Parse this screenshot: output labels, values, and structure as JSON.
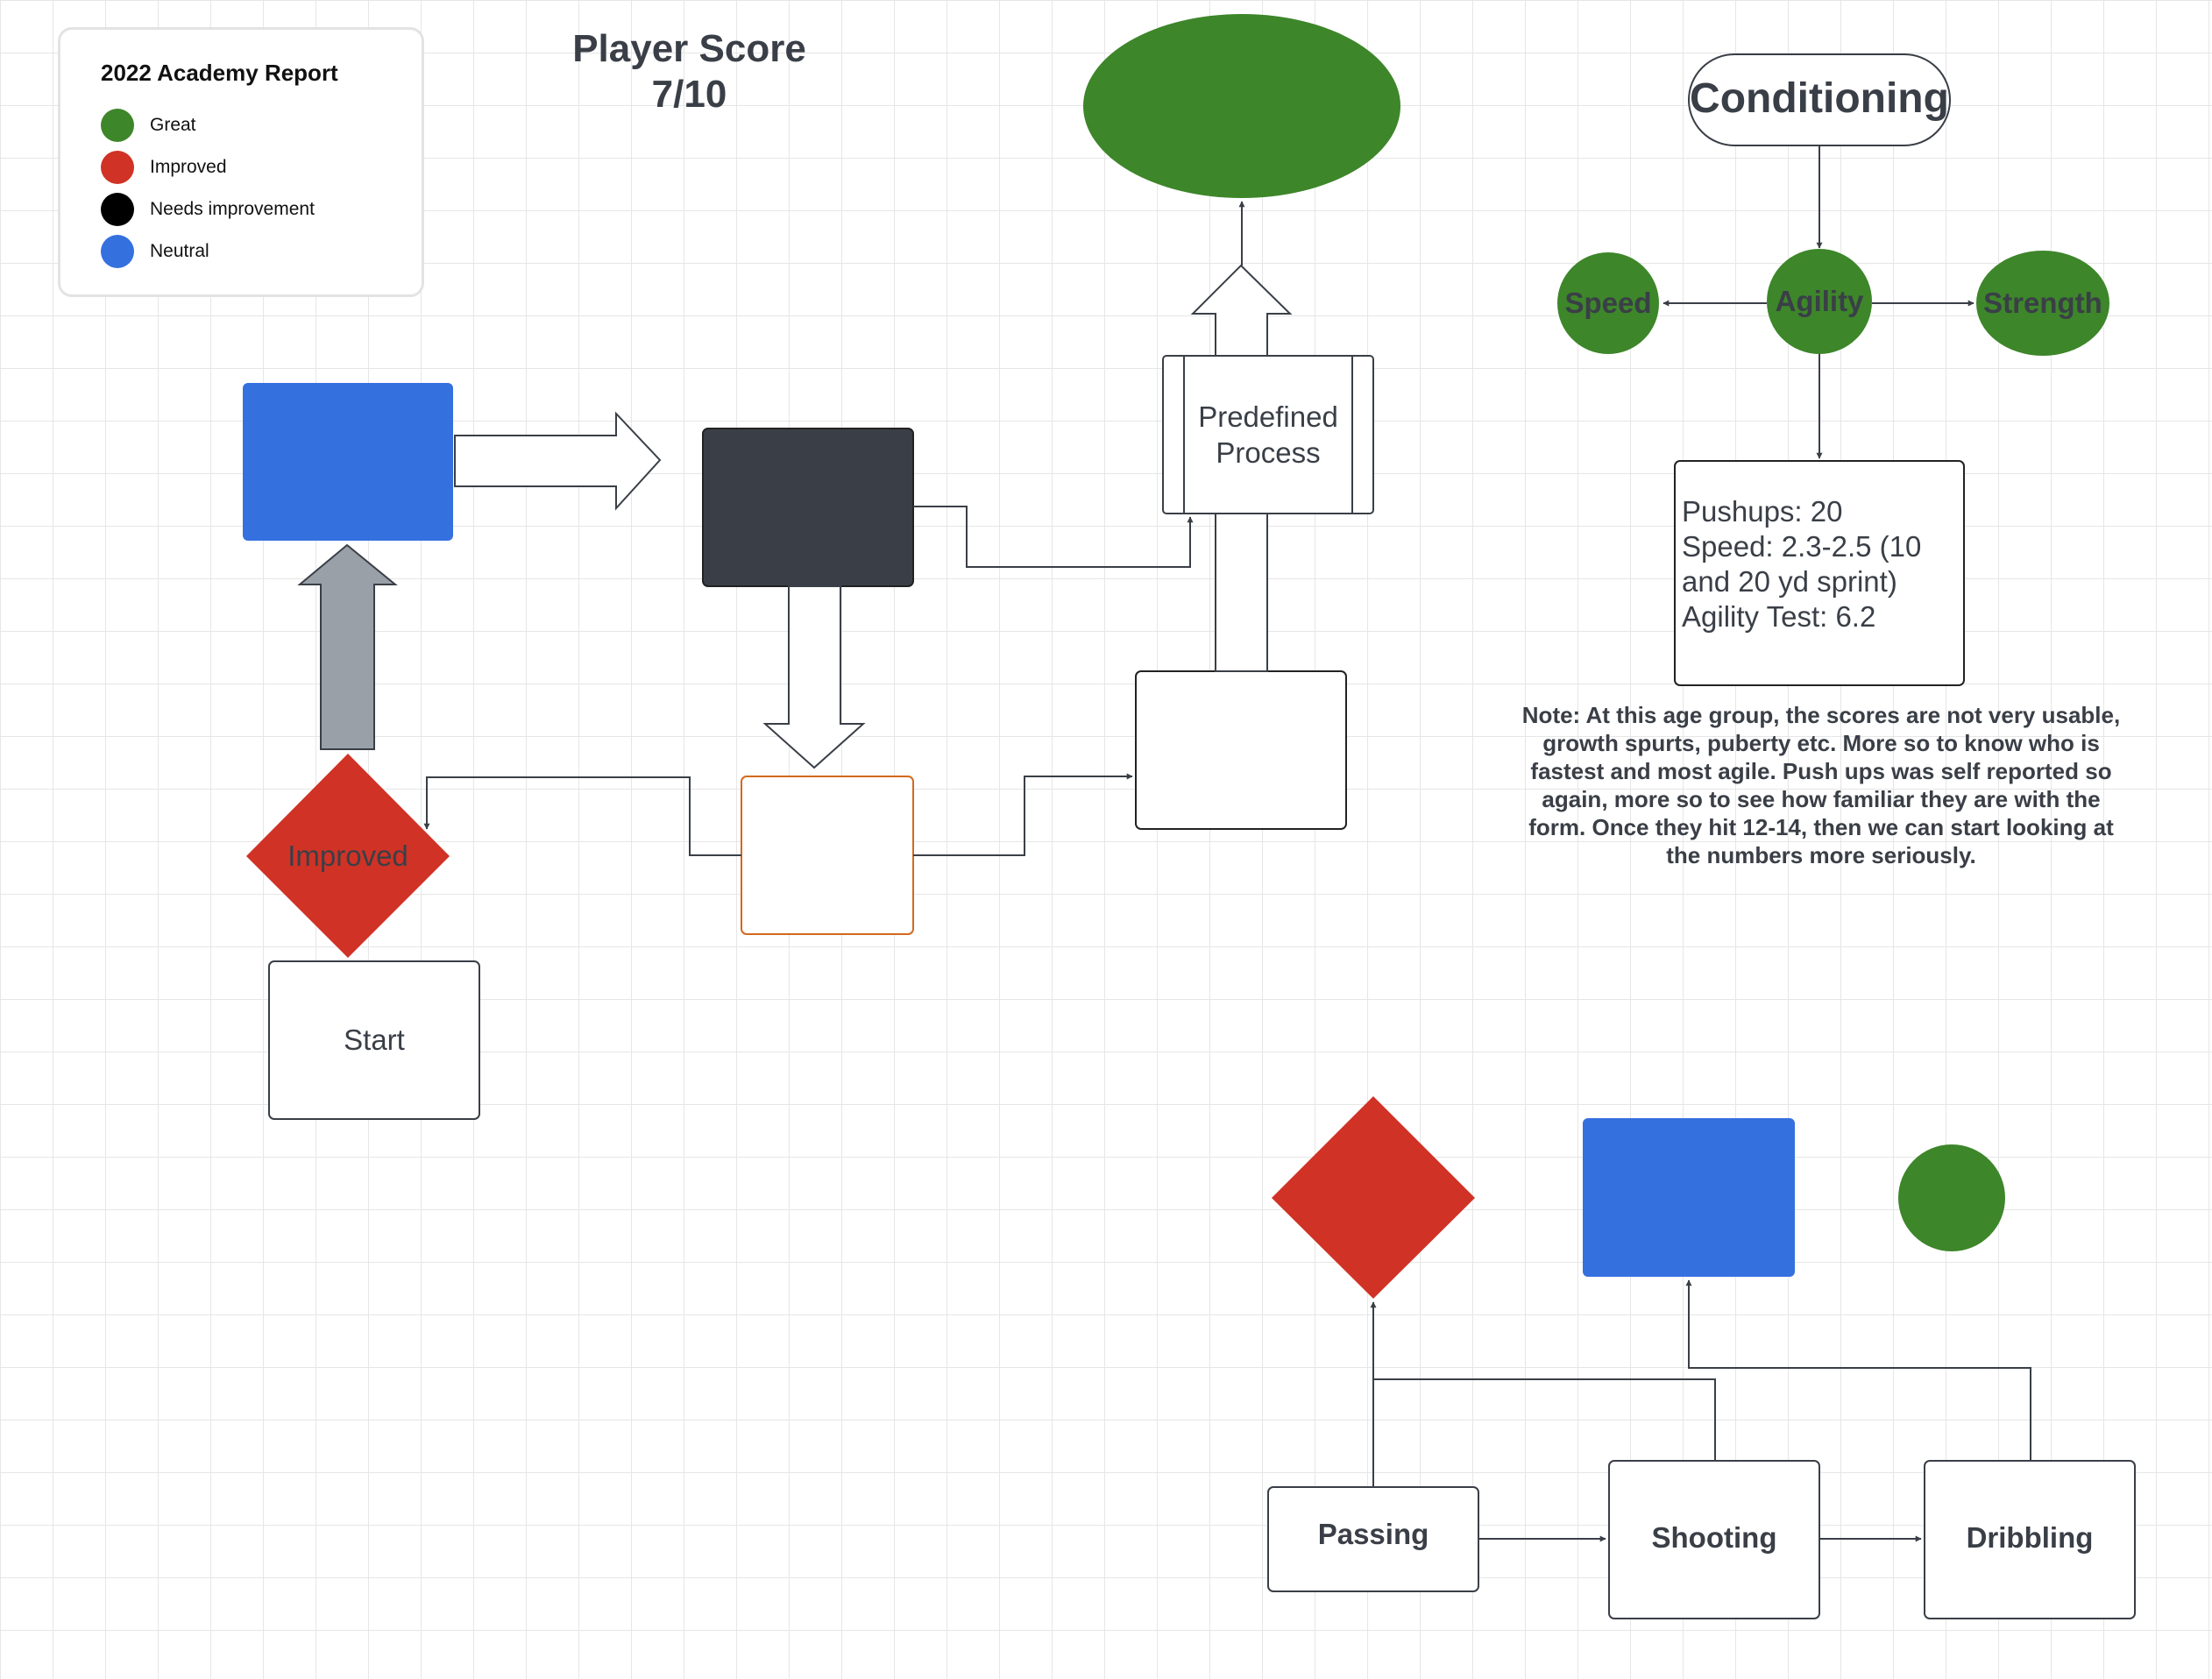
{
  "legend": {
    "title": "2022 Academy Report",
    "items": [
      {
        "label": "Great",
        "color": "#3d862a"
      },
      {
        "label": "Improved",
        "color": "#d03226"
      },
      {
        "label": "Needs improvement",
        "color": "#000000"
      },
      {
        "label": "Neutral",
        "color": "#3570df"
      }
    ]
  },
  "header": {
    "title_line1": "Player Score",
    "title_line2": "7/10"
  },
  "flow": {
    "improved_label": "Improved",
    "start_label": "Start",
    "process_line1": "Predefined",
    "process_line2": "Process"
  },
  "conditioning": {
    "title": "Conditioning",
    "agility": "Agility",
    "speed": "Speed",
    "strength": "Strength",
    "stats": [
      "Pushups: 20",
      "Speed: 2.3-2.5  (10",
      "and 20 yd sprint)",
      "Agility Test: 6.2"
    ],
    "note": "Note: At this age group, the scores are not very usable, growth spurts, puberty etc. More so to know who is fastest and most agile. Push ups was self reported so again, more so to see how familiar they are with the form. Once they hit 12-14, then we can start looking at the numbers more seriously."
  },
  "skills": {
    "passing": "Passing",
    "shooting": "Shooting",
    "dribbling": "Dribbling"
  },
  "colors": {
    "great": "#3d862a",
    "improved": "#d03226",
    "neutral": "#3570df",
    "dark": "#3a3f47",
    "gray": "#9aa0a8",
    "orange_border": "#d2691e"
  }
}
